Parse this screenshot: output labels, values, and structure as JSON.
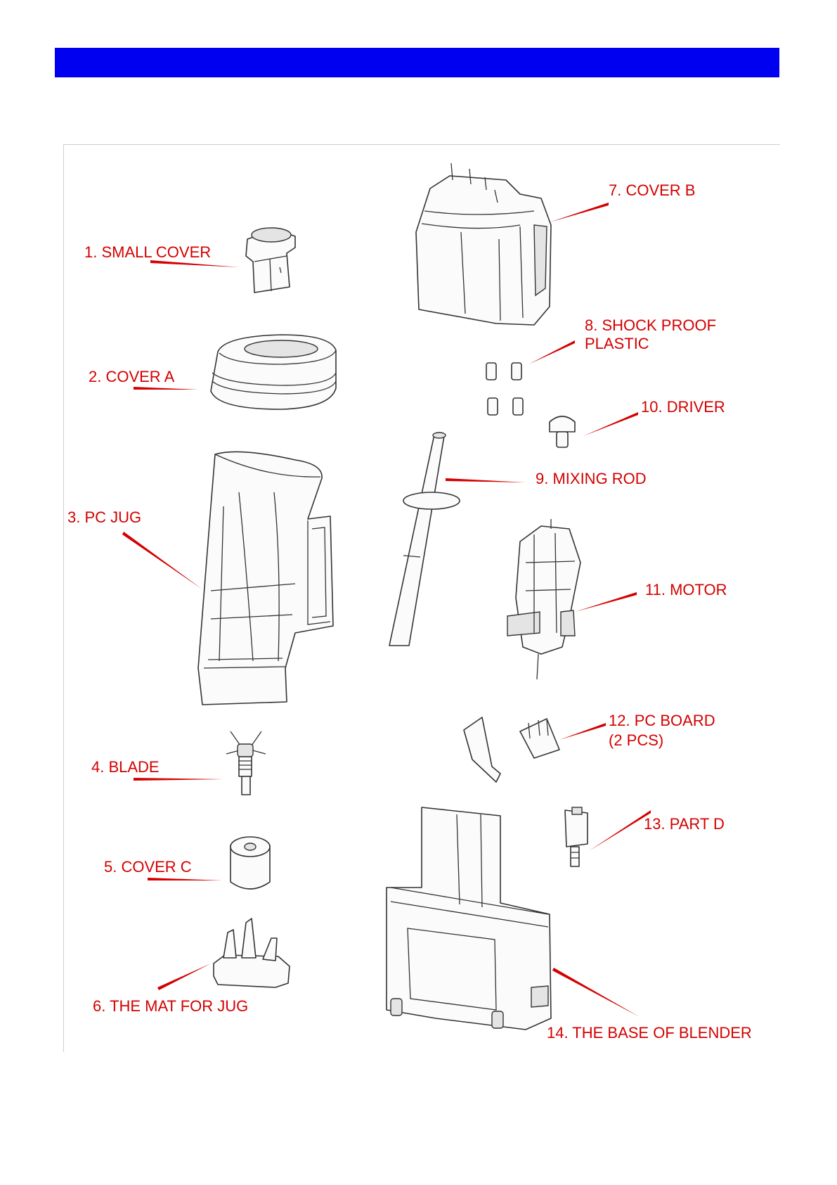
{
  "header": {
    "bar_color": "#0000f0"
  },
  "diagram": {
    "label_color": "#d40000",
    "parts": [
      {
        "id": "small-cover",
        "label": "1. SMALL COVER"
      },
      {
        "id": "cover-a",
        "label": "2. COVER A"
      },
      {
        "id": "pc-jug",
        "label": "3. PC JUG"
      },
      {
        "id": "blade",
        "label": "4. BLADE"
      },
      {
        "id": "cover-c",
        "label": "5. COVER C"
      },
      {
        "id": "mat-for-jug",
        "label": "6. THE MAT FOR JUG"
      },
      {
        "id": "cover-b",
        "label": "7. COVER B"
      },
      {
        "id": "shock-proof-plastic",
        "label": "8. SHOCK PROOF",
        "label_line2": "PLASTIC"
      },
      {
        "id": "mixing-rod",
        "label": "9. MIXING ROD"
      },
      {
        "id": "driver",
        "label": "10. DRIVER"
      },
      {
        "id": "motor",
        "label": "11. MOTOR"
      },
      {
        "id": "pc-board",
        "label": "12. PC BOARD",
        "label_line2": "(2 PCS)"
      },
      {
        "id": "part-d",
        "label": "13. PART D"
      },
      {
        "id": "base-of-blender",
        "label": "14. THE BASE OF BLENDER"
      }
    ]
  }
}
